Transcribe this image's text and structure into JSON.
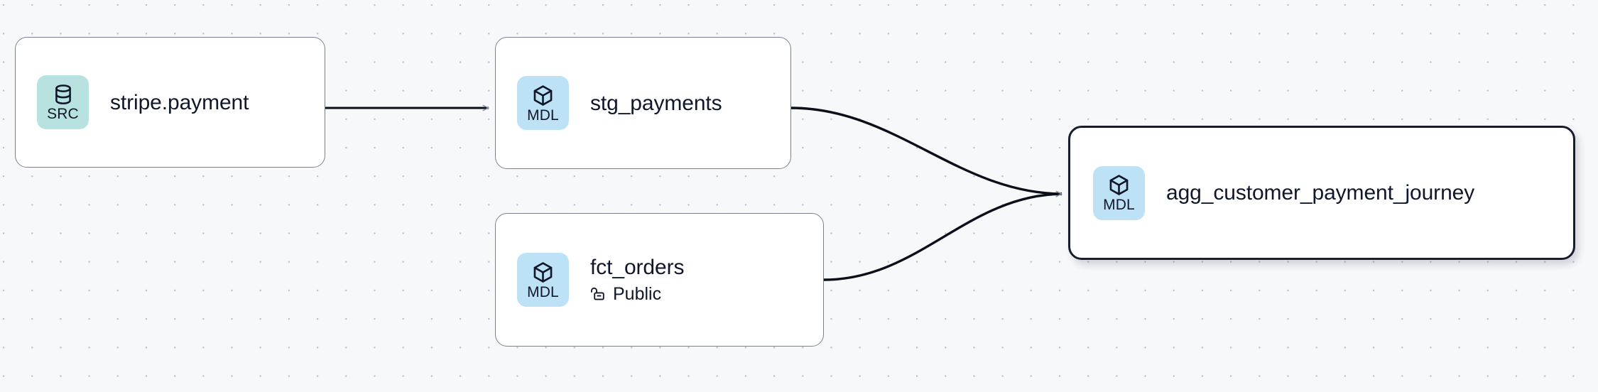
{
  "graph": {
    "title": "data-lineage-graph",
    "colors": {
      "canvas_bg": "#f7f8fa",
      "grid_dot": "#b9bdc9",
      "node_border": "#7a8094",
      "node_selected_border": "#161d2e",
      "badge_src_bg": "#b8e2e0",
      "badge_mdl_bg": "#bde2f5",
      "edge_stroke": "#0b0f19",
      "text": "#10172a"
    },
    "nodes": [
      {
        "id": "stripe-payment",
        "badge_label": "SRC",
        "badge_icon": "database-icon",
        "title": "stripe.payment",
        "subtitle": null,
        "subtitle_icon": null,
        "selected": false
      },
      {
        "id": "stg-payments",
        "badge_label": "MDL",
        "badge_icon": "cube-icon",
        "title": "stg_payments",
        "subtitle": null,
        "subtitle_icon": null,
        "selected": false
      },
      {
        "id": "fct-orders",
        "badge_label": "MDL",
        "badge_icon": "cube-icon",
        "title": "fct_orders",
        "subtitle": "Public",
        "subtitle_icon": "unlock-icon",
        "selected": false
      },
      {
        "id": "agg-customer-payment-journey",
        "badge_label": "MDL",
        "badge_icon": "cube-icon",
        "title": "agg_customer_payment_journey",
        "subtitle": null,
        "subtitle_icon": null,
        "selected": true
      }
    ],
    "edges": [
      {
        "id": "edge-stripe-to-stg",
        "from": "stripe-payment",
        "to": "stg-payments",
        "style": "straight"
      },
      {
        "id": "edge-stg-to-agg",
        "from": "stg-payments",
        "to": "agg-customer-payment-journey",
        "style": "bezier"
      },
      {
        "id": "edge-fct-to-agg",
        "from": "fct-orders",
        "to": "agg-customer-payment-journey",
        "style": "bezier"
      }
    ]
  }
}
